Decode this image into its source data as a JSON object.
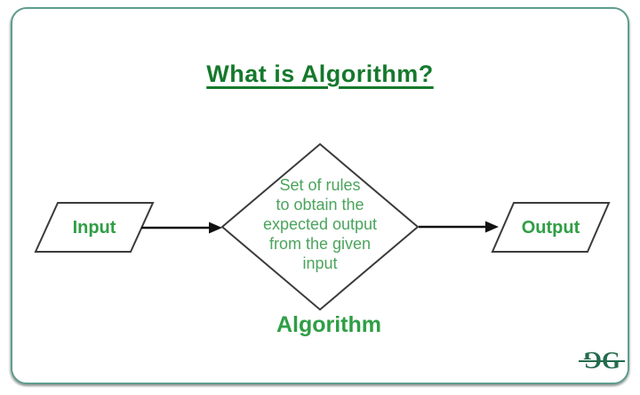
{
  "title": {
    "text": "What is Algorithm?"
  },
  "flowchart": {
    "input_label": "Input",
    "output_label": "Output",
    "process_label": "Algorithm",
    "process_lines": [
      "Set of rules",
      "to obtain the",
      "expected output",
      "from the given",
      "input"
    ]
  },
  "logo": {
    "left_glyph": "G",
    "right_glyph": "G"
  },
  "colors": {
    "card_border": "#5e9d8e",
    "title_green": "#15792c",
    "label_green": "#2f9e45",
    "diamond_text_green": "#4ba45c",
    "shape_stroke": "#3b3b3b",
    "arrow_black": "#111111",
    "logo_green": "#246b4d"
  }
}
